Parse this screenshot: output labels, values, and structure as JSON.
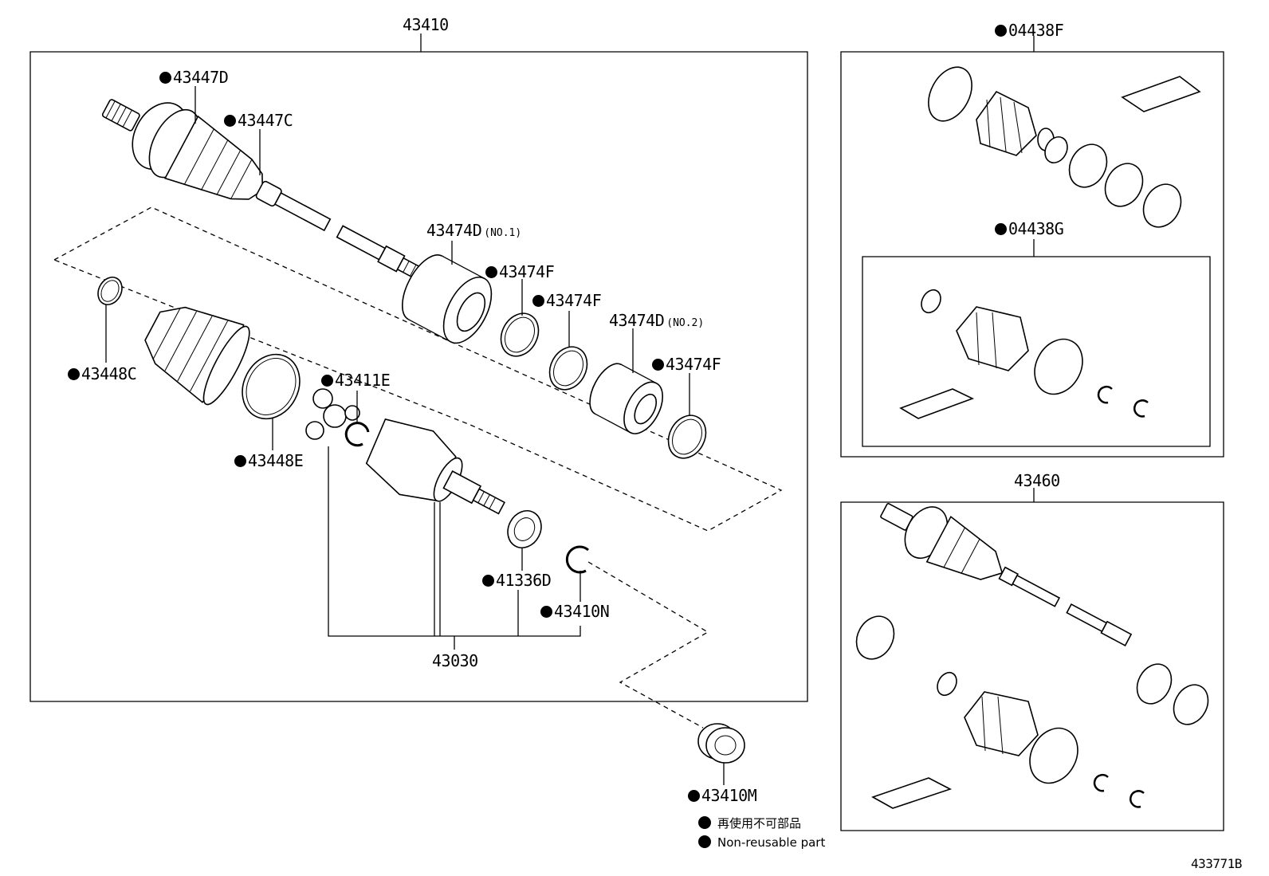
{
  "labels": {
    "l43410": "43410",
    "l43447D": "43447D",
    "l43447C": "43447C",
    "l43474D1": "43474D",
    "l43474D1_note": "(NO.1)",
    "l43474F_a": "43474F",
    "l43474F_b": "43474F",
    "l43474D2": "43474D",
    "l43474D2_note": "(NO.2)",
    "l43474F_c": "43474F",
    "l43448C": "43448C",
    "l43411E": "43411E",
    "l43448E": "43448E",
    "l41336D": "41336D",
    "l43410N": "43410N",
    "l43030": "43030",
    "l43410M": "43410M",
    "l04438F": "04438F",
    "l04438G": "04438G",
    "l43460": "43460",
    "diagram_code": "433771B"
  },
  "legend": {
    "japanese": "再使用不可部品",
    "english": "Non-reusable part"
  }
}
